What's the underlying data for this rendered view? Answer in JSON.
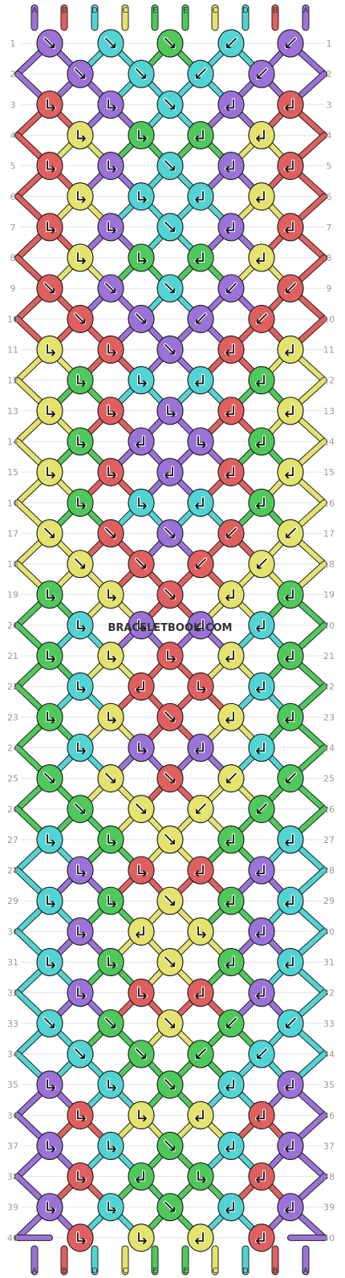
{
  "pattern": {
    "watermark": "BRACELETBOOK.COM",
    "strands_top": [
      "A",
      "B",
      "D",
      "C",
      "E",
      "E",
      "C",
      "D",
      "B",
      "A"
    ],
    "strands_bottom": [
      "A",
      "B",
      "D",
      "C",
      "E",
      "E",
      "C",
      "D",
      "B",
      "A"
    ],
    "colors": {
      "A": "#9b72d8",
      "B": "#e06060",
      "C": "#e3e36e",
      "D": "#52d4d4",
      "E": "#4fc95c"
    },
    "rows": [
      {
        "label": "1",
        "knots": [
          {
            "color": "A",
            "arrow": "br"
          },
          {
            "color": "D",
            "arrow": "br"
          },
          {
            "color": "E",
            "arrow": "br"
          },
          {
            "color": "D",
            "arrow": "bl"
          },
          {
            "color": "A",
            "arrow": "bl"
          }
        ]
      },
      {
        "label": "2",
        "knots": [
          {
            "color": "A",
            "arrow": "br"
          },
          {
            "color": "D",
            "arrow": "br"
          },
          {
            "color": "D",
            "arrow": "bl"
          },
          {
            "color": "A",
            "arrow": "bl"
          }
        ]
      },
      {
        "label": "3",
        "knots": [
          {
            "color": "B",
            "arrow": "rb"
          },
          {
            "color": "A",
            "arrow": "rb"
          },
          {
            "color": "D",
            "arrow": "br"
          },
          {
            "color": "A",
            "arrow": "lb"
          },
          {
            "color": "B",
            "arrow": "lb"
          }
        ]
      },
      {
        "label": "4",
        "knots": [
          {
            "color": "C",
            "arrow": "rb"
          },
          {
            "color": "E",
            "arrow": "rb"
          },
          {
            "color": "E",
            "arrow": "lb"
          },
          {
            "color": "C",
            "arrow": "lb"
          }
        ]
      },
      {
        "label": "5",
        "knots": [
          {
            "color": "B",
            "arrow": "rb"
          },
          {
            "color": "A",
            "arrow": "rb"
          },
          {
            "color": "D",
            "arrow": "br"
          },
          {
            "color": "A",
            "arrow": "lb"
          },
          {
            "color": "B",
            "arrow": "lb"
          }
        ]
      },
      {
        "label": "6",
        "knots": [
          {
            "color": "C",
            "arrow": "rb"
          },
          {
            "color": "D",
            "arrow": "rb"
          },
          {
            "color": "D",
            "arrow": "lb"
          },
          {
            "color": "C",
            "arrow": "lb"
          }
        ]
      },
      {
        "label": "7",
        "knots": [
          {
            "color": "B",
            "arrow": "rb"
          },
          {
            "color": "A",
            "arrow": "rb"
          },
          {
            "color": "D",
            "arrow": "br"
          },
          {
            "color": "A",
            "arrow": "lb"
          },
          {
            "color": "B",
            "arrow": "lb"
          }
        ]
      },
      {
        "label": "8",
        "knots": [
          {
            "color": "C",
            "arrow": "rb"
          },
          {
            "color": "E",
            "arrow": "rb"
          },
          {
            "color": "E",
            "arrow": "lb"
          },
          {
            "color": "C",
            "arrow": "lb"
          }
        ]
      },
      {
        "label": "9",
        "knots": [
          {
            "color": "B",
            "arrow": "br"
          },
          {
            "color": "A",
            "arrow": "br"
          },
          {
            "color": "D",
            "arrow": "br"
          },
          {
            "color": "A",
            "arrow": "bl"
          },
          {
            "color": "B",
            "arrow": "bl"
          }
        ]
      },
      {
        "label": "10",
        "knots": [
          {
            "color": "B",
            "arrow": "br"
          },
          {
            "color": "A",
            "arrow": "br"
          },
          {
            "color": "A",
            "arrow": "bl"
          },
          {
            "color": "B",
            "arrow": "bl"
          }
        ]
      },
      {
        "label": "11",
        "knots": [
          {
            "color": "C",
            "arrow": "rb"
          },
          {
            "color": "B",
            "arrow": "rb"
          },
          {
            "color": "A",
            "arrow": "br"
          },
          {
            "color": "B",
            "arrow": "lb"
          },
          {
            "color": "C",
            "arrow": "lb"
          }
        ]
      },
      {
        "label": "12",
        "knots": [
          {
            "color": "E",
            "arrow": "rb"
          },
          {
            "color": "D",
            "arrow": "rb"
          },
          {
            "color": "D",
            "arrow": "lb"
          },
          {
            "color": "E",
            "arrow": "lb"
          }
        ]
      },
      {
        "label": "13",
        "knots": [
          {
            "color": "C",
            "arrow": "rb"
          },
          {
            "color": "B",
            "arrow": "rb"
          },
          {
            "color": "A",
            "arrow": "rb"
          },
          {
            "color": "B",
            "arrow": "lb"
          },
          {
            "color": "C",
            "arrow": "lb"
          }
        ]
      },
      {
        "label": "14",
        "knots": [
          {
            "color": "E",
            "arrow": "rb"
          },
          {
            "color": "A",
            "arrow": "lb"
          },
          {
            "color": "A",
            "arrow": "rb"
          },
          {
            "color": "E",
            "arrow": "lb"
          }
        ]
      },
      {
        "label": "15",
        "knots": [
          {
            "color": "C",
            "arrow": "rb"
          },
          {
            "color": "B",
            "arrow": "rb"
          },
          {
            "color": "A",
            "arrow": "lb"
          },
          {
            "color": "B",
            "arrow": "lb"
          },
          {
            "color": "C",
            "arrow": "lb"
          }
        ]
      },
      {
        "label": "16",
        "knots": [
          {
            "color": "E",
            "arrow": "rb"
          },
          {
            "color": "D",
            "arrow": "rb"
          },
          {
            "color": "D",
            "arrow": "lb"
          },
          {
            "color": "E",
            "arrow": "lb"
          }
        ]
      },
      {
        "label": "17",
        "knots": [
          {
            "color": "C",
            "arrow": "br"
          },
          {
            "color": "B",
            "arrow": "br"
          },
          {
            "color": "A",
            "arrow": "br"
          },
          {
            "color": "B",
            "arrow": "bl"
          },
          {
            "color": "C",
            "arrow": "bl"
          }
        ]
      },
      {
        "label": "18",
        "knots": [
          {
            "color": "C",
            "arrow": "br"
          },
          {
            "color": "B",
            "arrow": "br"
          },
          {
            "color": "B",
            "arrow": "bl"
          },
          {
            "color": "C",
            "arrow": "bl"
          }
        ]
      },
      {
        "label": "19",
        "knots": [
          {
            "color": "E",
            "arrow": "rb"
          },
          {
            "color": "C",
            "arrow": "rb"
          },
          {
            "color": "B",
            "arrow": "br"
          },
          {
            "color": "C",
            "arrow": "lb"
          },
          {
            "color": "E",
            "arrow": "lb"
          }
        ]
      },
      {
        "label": "20",
        "knots": [
          {
            "color": "D",
            "arrow": "rb"
          },
          {
            "color": "A",
            "arrow": "rb"
          },
          {
            "color": "A",
            "arrow": "lb"
          },
          {
            "color": "D",
            "arrow": "lb"
          }
        ]
      },
      {
        "label": "21",
        "knots": [
          {
            "color": "E",
            "arrow": "rb"
          },
          {
            "color": "C",
            "arrow": "rb"
          },
          {
            "color": "B",
            "arrow": "rb"
          },
          {
            "color": "C",
            "arrow": "lb"
          },
          {
            "color": "E",
            "arrow": "lb"
          }
        ]
      },
      {
        "label": "22",
        "knots": [
          {
            "color": "D",
            "arrow": "rb"
          },
          {
            "color": "B",
            "arrow": "lb"
          },
          {
            "color": "B",
            "arrow": "rb"
          },
          {
            "color": "D",
            "arrow": "lb"
          }
        ]
      },
      {
        "label": "23",
        "knots": [
          {
            "color": "E",
            "arrow": "rb"
          },
          {
            "color": "C",
            "arrow": "rb"
          },
          {
            "color": "B",
            "arrow": "br"
          },
          {
            "color": "C",
            "arrow": "lb"
          },
          {
            "color": "E",
            "arrow": "lb"
          }
        ]
      },
      {
        "label": "24",
        "knots": [
          {
            "color": "D",
            "arrow": "rb"
          },
          {
            "color": "A",
            "arrow": "rb"
          },
          {
            "color": "A",
            "arrow": "lb"
          },
          {
            "color": "D",
            "arrow": "lb"
          }
        ]
      },
      {
        "label": "25",
        "knots": [
          {
            "color": "E",
            "arrow": "br"
          },
          {
            "color": "C",
            "arrow": "br"
          },
          {
            "color": "B",
            "arrow": "br"
          },
          {
            "color": "C",
            "arrow": "bl"
          },
          {
            "color": "E",
            "arrow": "bl"
          }
        ]
      },
      {
        "label": "26",
        "knots": [
          {
            "color": "E",
            "arrow": "br"
          },
          {
            "color": "C",
            "arrow": "br"
          },
          {
            "color": "C",
            "arrow": "bl"
          },
          {
            "color": "E",
            "arrow": "bl"
          }
        ]
      },
      {
        "label": "27",
        "knots": [
          {
            "color": "D",
            "arrow": "rb"
          },
          {
            "color": "E",
            "arrow": "rb"
          },
          {
            "color": "C",
            "arrow": "br"
          },
          {
            "color": "E",
            "arrow": "lb"
          },
          {
            "color": "D",
            "arrow": "lb"
          }
        ]
      },
      {
        "label": "28",
        "knots": [
          {
            "color": "A",
            "arrow": "rb"
          },
          {
            "color": "B",
            "arrow": "rb"
          },
          {
            "color": "B",
            "arrow": "lb"
          },
          {
            "color": "A",
            "arrow": "lb"
          }
        ]
      },
      {
        "label": "29",
        "knots": [
          {
            "color": "D",
            "arrow": "rb"
          },
          {
            "color": "E",
            "arrow": "rb"
          },
          {
            "color": "C",
            "arrow": "br"
          },
          {
            "color": "E",
            "arrow": "lb"
          },
          {
            "color": "D",
            "arrow": "lb"
          }
        ]
      },
      {
        "label": "30",
        "knots": [
          {
            "color": "A",
            "arrow": "rb"
          },
          {
            "color": "C",
            "arrow": "lb"
          },
          {
            "color": "C",
            "arrow": "rb"
          },
          {
            "color": "A",
            "arrow": "lb"
          }
        ]
      },
      {
        "label": "31",
        "knots": [
          {
            "color": "D",
            "arrow": "rb"
          },
          {
            "color": "E",
            "arrow": "rb"
          },
          {
            "color": "C",
            "arrow": "br"
          },
          {
            "color": "E",
            "arrow": "lb"
          },
          {
            "color": "D",
            "arrow": "lb"
          }
        ]
      },
      {
        "label": "32",
        "knots": [
          {
            "color": "A",
            "arrow": "rb"
          },
          {
            "color": "B",
            "arrow": "rb"
          },
          {
            "color": "B",
            "arrow": "lb"
          },
          {
            "color": "A",
            "arrow": "lb"
          }
        ]
      },
      {
        "label": "33",
        "knots": [
          {
            "color": "D",
            "arrow": "br"
          },
          {
            "color": "E",
            "arrow": "br"
          },
          {
            "color": "C",
            "arrow": "br"
          },
          {
            "color": "E",
            "arrow": "bl"
          },
          {
            "color": "D",
            "arrow": "bl"
          }
        ]
      },
      {
        "label": "34",
        "knots": [
          {
            "color": "D",
            "arrow": "br"
          },
          {
            "color": "E",
            "arrow": "br"
          },
          {
            "color": "E",
            "arrow": "bl"
          },
          {
            "color": "D",
            "arrow": "bl"
          }
        ]
      },
      {
        "label": "35",
        "knots": [
          {
            "color": "A",
            "arrow": "rb"
          },
          {
            "color": "D",
            "arrow": "rb"
          },
          {
            "color": "E",
            "arrow": "br"
          },
          {
            "color": "D",
            "arrow": "lb"
          },
          {
            "color": "A",
            "arrow": "lb"
          }
        ]
      },
      {
        "label": "36",
        "knots": [
          {
            "color": "B",
            "arrow": "rb"
          },
          {
            "color": "C",
            "arrow": "rb"
          },
          {
            "color": "C",
            "arrow": "lb"
          },
          {
            "color": "B",
            "arrow": "lb"
          }
        ]
      },
      {
        "label": "37",
        "knots": [
          {
            "color": "A",
            "arrow": "rb"
          },
          {
            "color": "D",
            "arrow": "rb"
          },
          {
            "color": "E",
            "arrow": "br"
          },
          {
            "color": "D",
            "arrow": "lb"
          },
          {
            "color": "A",
            "arrow": "lb"
          }
        ]
      },
      {
        "label": "38",
        "knots": [
          {
            "color": "B",
            "arrow": "rb"
          },
          {
            "color": "E",
            "arrow": "lb"
          },
          {
            "color": "E",
            "arrow": "rb"
          },
          {
            "color": "B",
            "arrow": "lb"
          }
        ]
      },
      {
        "label": "39",
        "knots": [
          {
            "color": "A",
            "arrow": "rb"
          },
          {
            "color": "D",
            "arrow": "rb"
          },
          {
            "color": "E",
            "arrow": "br"
          },
          {
            "color": "D",
            "arrow": "lb"
          },
          {
            "color": "A",
            "arrow": "lb"
          }
        ]
      },
      {
        "label": "40",
        "knots": [
          {
            "color": "B",
            "arrow": "rb"
          },
          {
            "color": "C",
            "arrow": "rb"
          },
          {
            "color": "C",
            "arrow": "lb"
          },
          {
            "color": "B",
            "arrow": "lb"
          }
        ]
      }
    ]
  }
}
